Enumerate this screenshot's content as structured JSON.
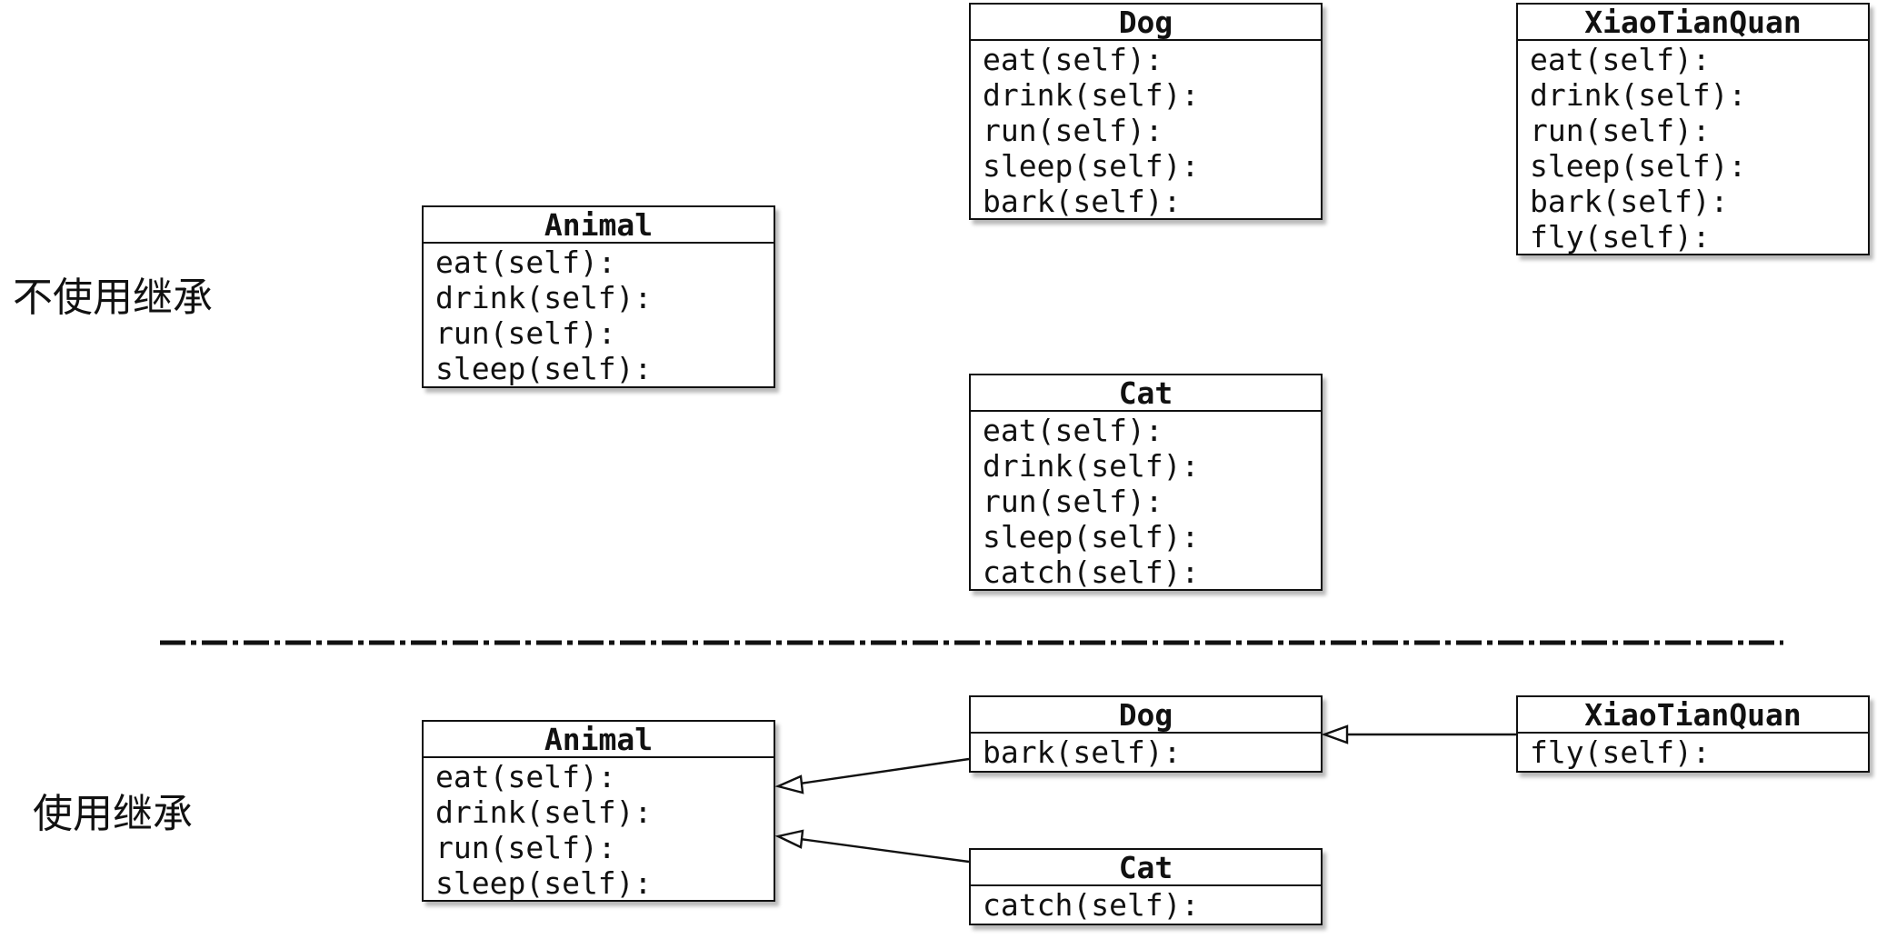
{
  "top": {
    "label": "不使用继承",
    "animal": {
      "name": "Animal",
      "methods": [
        "eat(self):",
        "drink(self):",
        "run(self):",
        "sleep(self):"
      ]
    },
    "dog": {
      "name": "Dog",
      "methods": [
        "eat(self):",
        "drink(self):",
        "run(self):",
        "sleep(self):",
        "bark(self):"
      ]
    },
    "cat": {
      "name": "Cat",
      "methods": [
        "eat(self):",
        "drink(self):",
        "run(self):",
        "sleep(self):",
        "catch(self):"
      ]
    },
    "xiaotianquan": {
      "name": "XiaoTianQuan",
      "methods": [
        "eat(self):",
        "drink(self):",
        "run(self):",
        "sleep(self):",
        "bark(self):",
        "fly(self):"
      ]
    }
  },
  "bottom": {
    "label": "使用继承",
    "animal": {
      "name": "Animal",
      "methods": [
        "eat(self):",
        "drink(self):",
        "run(self):",
        "sleep(self):"
      ]
    },
    "dog": {
      "name": "Dog",
      "methods": [
        "bark(self):"
      ]
    },
    "cat": {
      "name": "Cat",
      "methods": [
        "catch(self):"
      ]
    },
    "xiaotianquan": {
      "name": "XiaoTianQuan",
      "methods": [
        "fly(self):"
      ]
    }
  },
  "relations": [
    {
      "from": "Dog",
      "to": "Animal",
      "type": "inheritance"
    },
    {
      "from": "Cat",
      "to": "Animal",
      "type": "inheritance"
    },
    {
      "from": "XiaoTianQuan",
      "to": "Dog",
      "type": "inheritance"
    }
  ],
  "colors": {
    "stroke": "#111111",
    "background": "#ffffff"
  }
}
